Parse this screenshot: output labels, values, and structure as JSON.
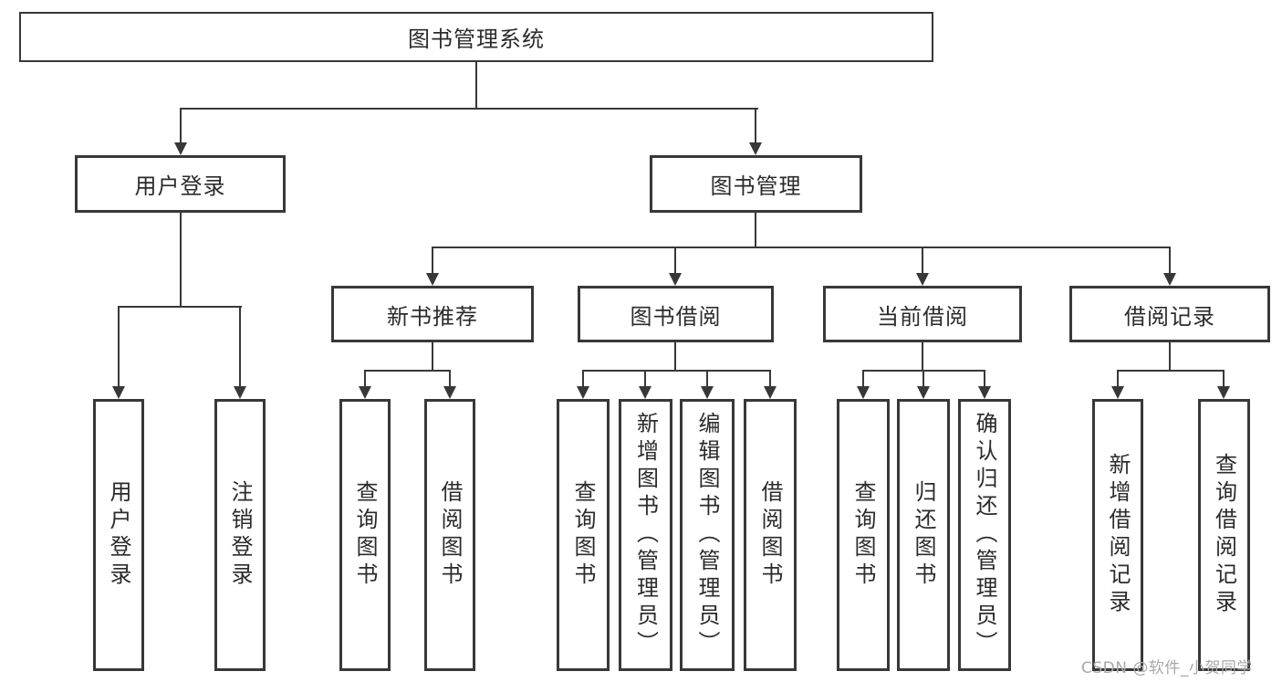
{
  "diagram": {
    "root": {
      "label": "图书管理系统"
    },
    "level2": [
      {
        "label": "用户登录"
      },
      {
        "label": "图书管理"
      }
    ],
    "level3": [
      {
        "label": "新书推荐"
      },
      {
        "label": "图书借阅"
      },
      {
        "label": "当前借阅"
      },
      {
        "label": "借阅记录"
      }
    ],
    "leaves": [
      {
        "label": "用户登录"
      },
      {
        "label": "注销登录"
      },
      {
        "label": "查询图书"
      },
      {
        "label": "借阅图书"
      },
      {
        "label": "查询图书"
      },
      {
        "label": "新增图书（管理员）"
      },
      {
        "label": "编辑图书（管理员）"
      },
      {
        "label": "借阅图书"
      },
      {
        "label": "查询图书"
      },
      {
        "label": "归还图书"
      },
      {
        "label": "确认归还（管理员）"
      },
      {
        "label": "新增借阅记录"
      },
      {
        "label": "查询借阅记录"
      }
    ]
  },
  "watermark": {
    "text": "CSDN @软件_小贺同学",
    "color": "#a8a8a8"
  },
  "colors": {
    "line": "#383838",
    "box_border": "#383838",
    "text": "#2b2b2b",
    "background": "#ffffff"
  }
}
